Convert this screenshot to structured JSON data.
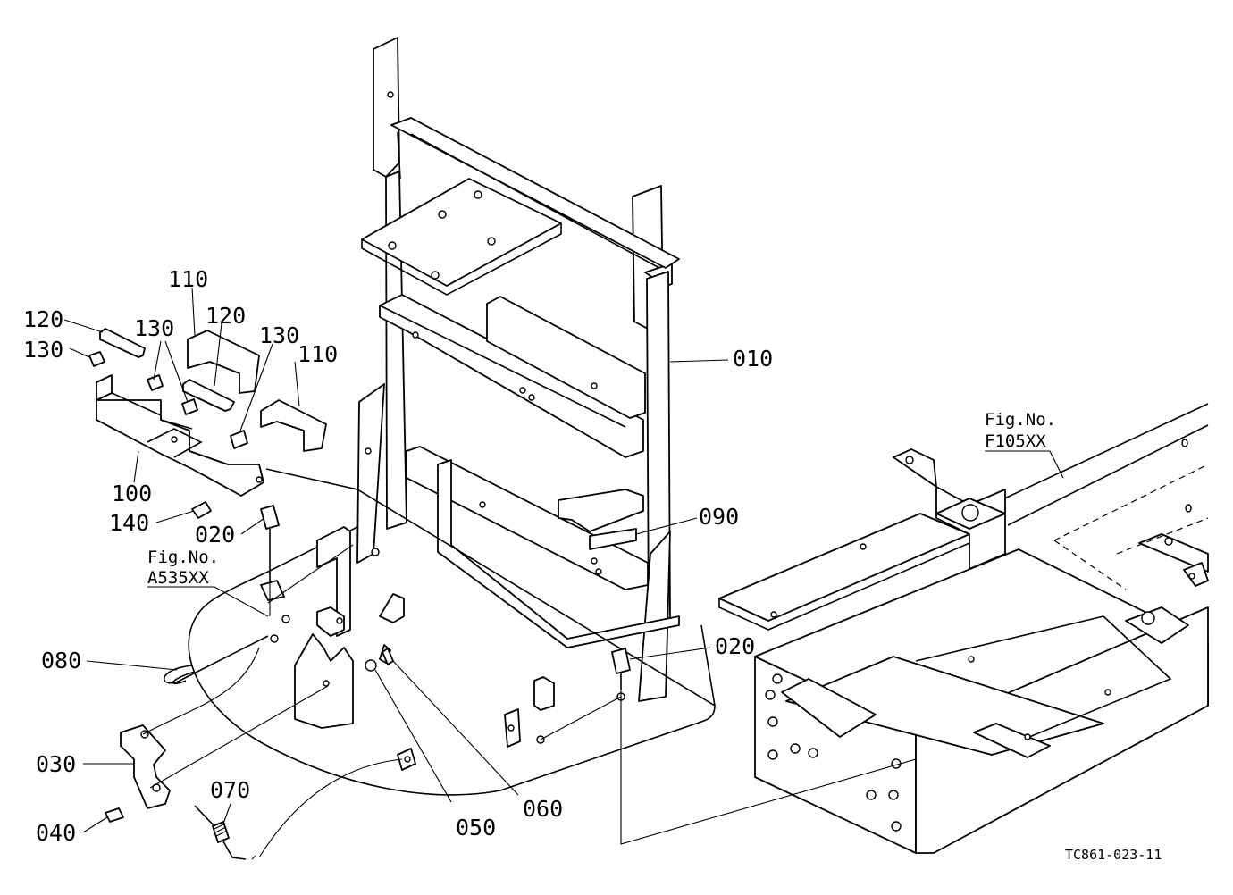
{
  "callouts": {
    "c010": "010",
    "c020a": "020",
    "c020b": "020",
    "c030": "030",
    "c040": "040",
    "c050": "050",
    "c060": "060",
    "c070": "070",
    "c080": "080",
    "c090": "090",
    "c100": "100",
    "c110a": "110",
    "c110b": "110",
    "c120a": "120",
    "c120b": "120",
    "c130a": "130",
    "c130b": "130",
    "c130c": "130",
    "c140": "140"
  },
  "fig_refs": {
    "left": {
      "label": "Fig.No.",
      "code": "A535XX"
    },
    "right": {
      "label": "Fig.No.",
      "code": "F105XX"
    }
  },
  "drawing_code": "TC861-023-11"
}
